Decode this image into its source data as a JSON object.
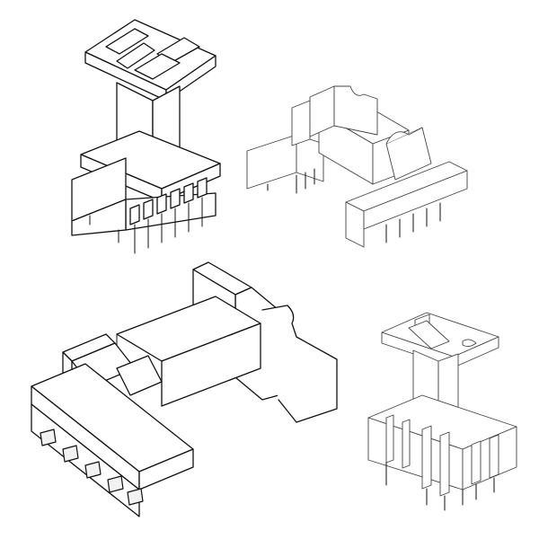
{
  "image": {
    "background": "#ffffff",
    "line_color": "#111111",
    "views": [
      {
        "name": "vertical-bobbin-view",
        "icon": "vertical-bobbin-drawing"
      },
      {
        "name": "horizontal-bobbin-view",
        "icon": "horizontal-bobbin-drawing"
      },
      {
        "name": "horizontal-bobbin-large-view",
        "icon": "horizontal-bobbin-drawing"
      },
      {
        "name": "vertical-bobbin-small-view",
        "icon": "vertical-bobbin-drawing"
      }
    ]
  }
}
